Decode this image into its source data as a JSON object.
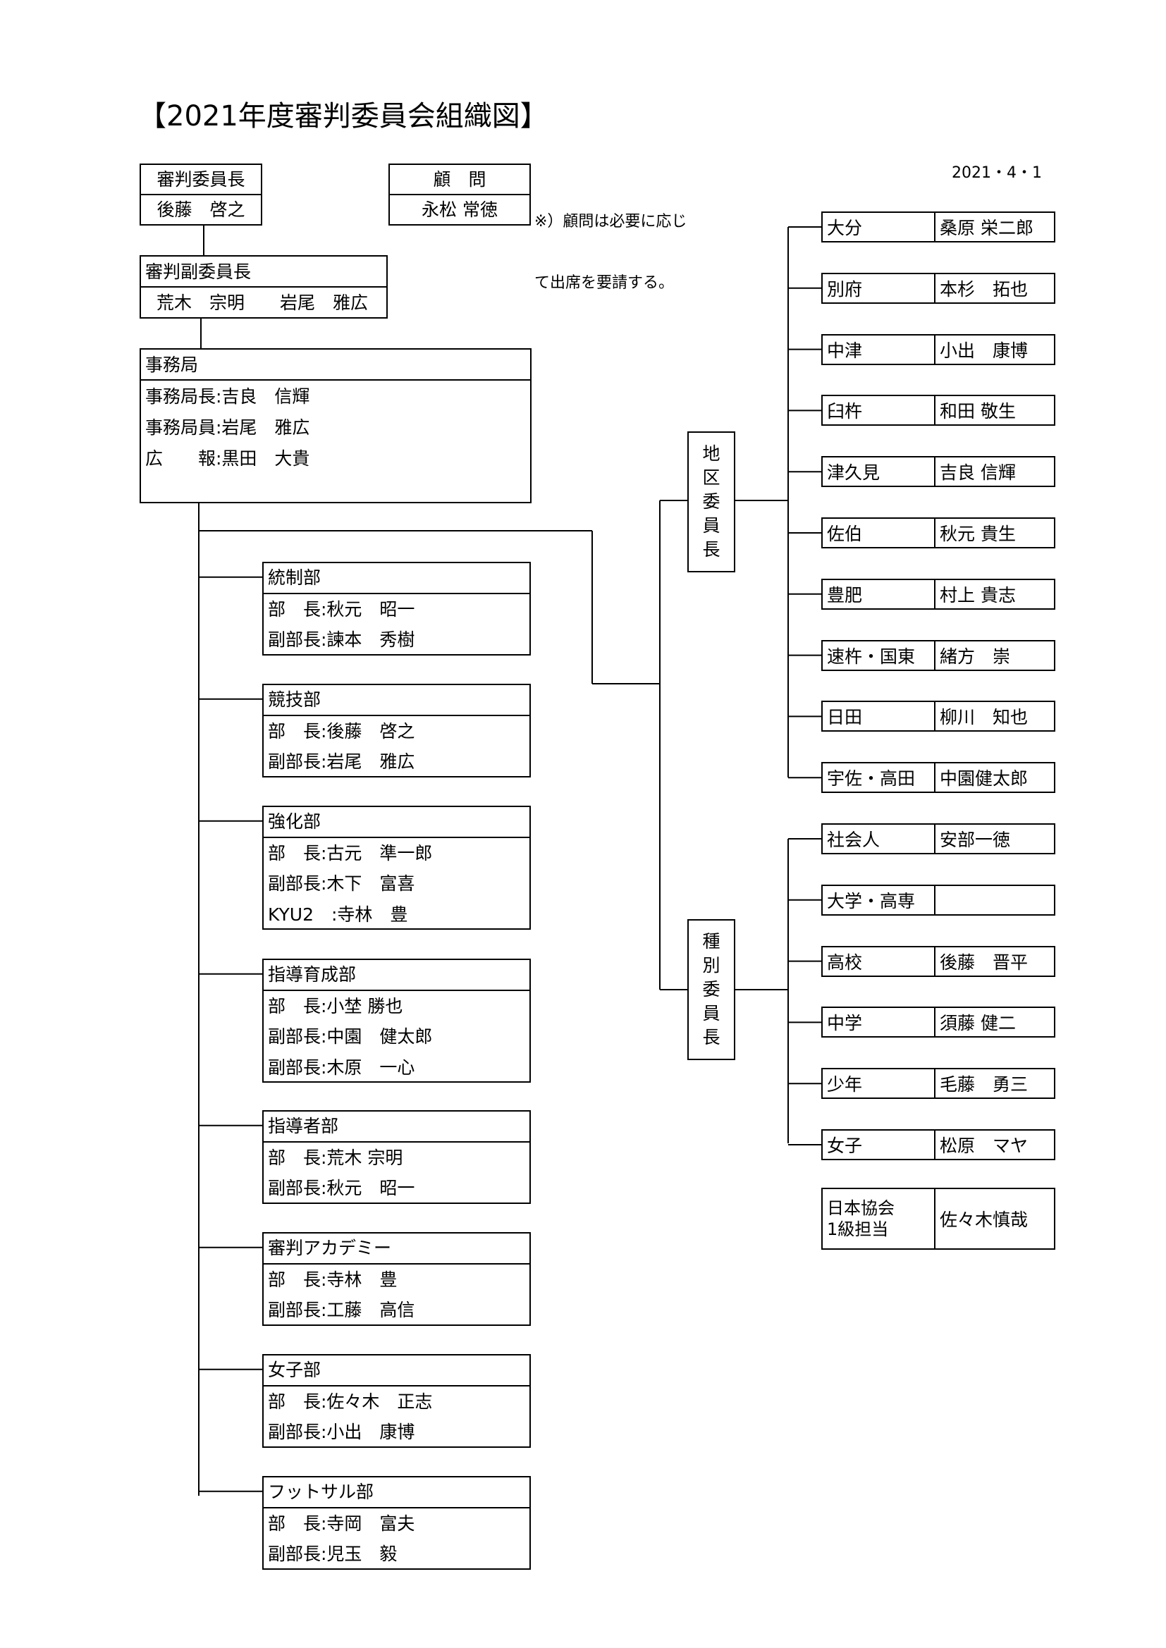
{
  "title": "【2021年度審判委員会組織図】",
  "date": "2021・4・1",
  "chairman": {
    "role": "審判委員長",
    "name": "後藤　啓之"
  },
  "advisor": {
    "role": "顧　問",
    "name": "永松 常徳",
    "note_line1": "※）顧問は必要に応じ",
    "note_line2": "て出席を要請する。"
  },
  "vice_chairman": {
    "role": "審判副委員長",
    "names": "荒木　宗明　　岩尾　雅広"
  },
  "secretariat": {
    "title": "事務局",
    "lines": [
      "事務局長:吉良　信輝",
      "事務局員:岩尾　雅広",
      "広　　報:黒田　大貴"
    ]
  },
  "departments": [
    {
      "name": "統制部",
      "lines": [
        "部　長:秋元　昭一",
        "副部長:諫本　秀樹"
      ]
    },
    {
      "name": "競技部",
      "lines": [
        "部　長:後藤　啓之",
        "副部長:岩尾　雅広"
      ]
    },
    {
      "name": "強化部",
      "lines": [
        "部　長:古元　準一郎",
        "副部長:木下　富喜",
        "KYU2　:寺林　豊"
      ]
    },
    {
      "name": "指導育成部",
      "lines": [
        "部　長:小埜 勝也",
        "副部長:中園　健太郎",
        "副部長:木原　一心"
      ]
    },
    {
      "name": "指導者部",
      "lines": [
        "部　長:荒木 宗明",
        "副部長:秋元　昭一"
      ]
    },
    {
      "name": "審判アカデミー",
      "lines": [
        "部　長:寺林　豊",
        "副部長:工藤　高信"
      ]
    },
    {
      "name": "女子部",
      "lines": [
        "部　長:佐々木　正志",
        "副部長:小出　康博"
      ]
    },
    {
      "name": "フットサル部",
      "lines": [
        "部　長:寺岡　富夫",
        "副部長:児玉　毅"
      ]
    }
  ],
  "district_chair": {
    "label_chars": [
      "地",
      "区",
      "委",
      "員",
      "長"
    ]
  },
  "category_chair": {
    "label_chars": [
      "種",
      "別",
      "委",
      "員",
      "長"
    ]
  },
  "districts": [
    {
      "area": "大分",
      "name": "桑原 栄二郎"
    },
    {
      "area": "別府",
      "name": "本杉　拓也"
    },
    {
      "area": "中津",
      "name": "小出　康博"
    },
    {
      "area": "臼杵",
      "name": "和田 敬生"
    },
    {
      "area": "津久見",
      "name": "吉良 信輝"
    },
    {
      "area": "佐伯",
      "name": "秋元 貴生"
    },
    {
      "area": "豊肥",
      "name": "村上 貴志"
    },
    {
      "area": "速杵・国東",
      "name": "緒方　崇"
    },
    {
      "area": "日田",
      "name": "柳川　知也"
    },
    {
      "area": "宇佐・高田",
      "name": "中園健太郎"
    }
  ],
  "categories": [
    {
      "area": "社会人",
      "name": "安部一徳"
    },
    {
      "area": "大学・高専",
      "name": ""
    },
    {
      "area": "高校",
      "name": "後藤　晋平"
    },
    {
      "area": "中学",
      "name": "須藤 健二"
    },
    {
      "area": "少年",
      "name": "毛藤　勇三"
    },
    {
      "area": "女子",
      "name": "松原　マヤ"
    }
  ],
  "jfa": {
    "label_line1": "日本協会",
    "label_line2": "1級担当",
    "name": "佐々木慎哉"
  }
}
